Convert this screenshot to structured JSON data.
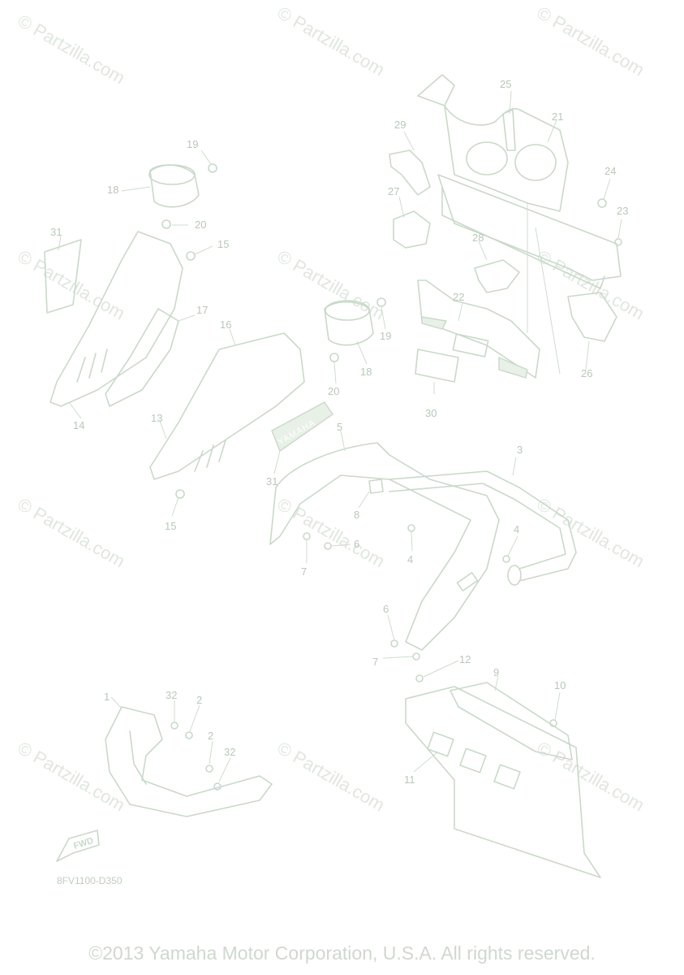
{
  "watermark": {
    "text": "© Partzilla.com"
  },
  "diagram_code": "8FV1100-D350",
  "decal_text": "YAMAHA",
  "fwd_label": "FWD",
  "copyright": "©2013 Yamaha Motor Corporation, U.S.A. All rights reserved.",
  "callouts": {
    "c1": "1",
    "c2a": "2",
    "c2b": "2",
    "c3": "3",
    "c4a": "4",
    "c4b": "4",
    "c5": "5",
    "c6a": "6",
    "c6b": "6",
    "c7a": "7",
    "c7b": "7",
    "c8": "8",
    "c9": "9",
    "c10": "10",
    "c11": "11",
    "c12": "12",
    "c13": "13",
    "c14": "14",
    "c15a": "15",
    "c15b": "15",
    "c16": "16",
    "c17": "17",
    "c18a": "18",
    "c18b": "18",
    "c19a": "19",
    "c19b": "19",
    "c20a": "20",
    "c20b": "20",
    "c21": "21",
    "c22": "22",
    "c23": "23",
    "c24": "24",
    "c25": "25",
    "c26": "26",
    "c27": "27",
    "c28": "28",
    "c29": "29",
    "c30": "30",
    "c31a": "31",
    "c31b": "31",
    "c32a": "32",
    "c32b": "32"
  }
}
